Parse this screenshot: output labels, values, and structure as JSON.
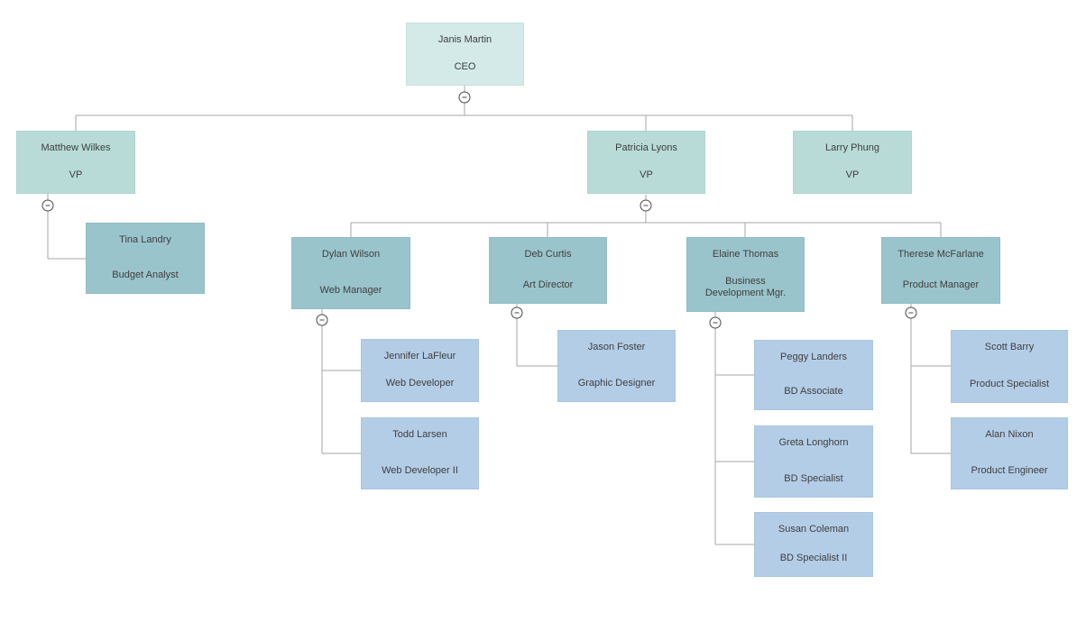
{
  "diagram": {
    "type": "org-chart",
    "background": "#ffffff",
    "colors": {
      "level1_fill": "#d3eae8",
      "level2_fill": "#b8dbd8",
      "level3_fill": "#9ac4cc",
      "level4_fill": "#b4cde7",
      "connector": "#a6a6a6",
      "text": "#3e3e3e",
      "toggle_border": "#4a4a4a",
      "toggle_fill": "#ffffff"
    },
    "toggle_icon": "minus-icon"
  },
  "nodes": {
    "janis": {
      "name": "Janis Martin",
      "title": "CEO"
    },
    "matthew": {
      "name": "Matthew Wilkes",
      "title": "VP"
    },
    "patricia": {
      "name": "Patricia Lyons",
      "title": "VP"
    },
    "larry": {
      "name": "Larry Phung",
      "title": "VP"
    },
    "tina": {
      "name": "Tina Landry",
      "title": "Budget Analyst"
    },
    "dylan": {
      "name": "Dylan Wilson",
      "title": "Web Manager"
    },
    "deb": {
      "name": "Deb Curtis",
      "title": "Art Director"
    },
    "elaine": {
      "name": "Elaine Thomas",
      "title": "Business Development Mgr."
    },
    "therese": {
      "name": "Therese McFarlane",
      "title": "Product Manager"
    },
    "jennifer": {
      "name": "Jennifer LaFleur",
      "title": "Web Developer"
    },
    "todd": {
      "name": "Todd Larsen",
      "title": "Web Developer II"
    },
    "jason": {
      "name": "Jason Foster",
      "title": "Graphic Designer"
    },
    "peggy": {
      "name": "Peggy Landers",
      "title": "BD Associate"
    },
    "greta": {
      "name": "Greta Longhorn",
      "title": "BD Specialist"
    },
    "susan": {
      "name": "Susan Coleman",
      "title": "BD Specialist II"
    },
    "scott": {
      "name": "Scott Barry",
      "title": "Product Specialist"
    },
    "alan": {
      "name": "Alan Nixon",
      "title": "Product Engineer"
    }
  },
  "edges": [
    {
      "from": "janis",
      "to": [
        "matthew",
        "patricia",
        "larry"
      ]
    },
    {
      "from": "matthew",
      "to": [
        "tina"
      ]
    },
    {
      "from": "patricia",
      "to": [
        "dylan",
        "deb",
        "elaine",
        "therese"
      ]
    },
    {
      "from": "dylan",
      "to": [
        "jennifer",
        "todd"
      ]
    },
    {
      "from": "deb",
      "to": [
        "jason"
      ]
    },
    {
      "from": "elaine",
      "to": [
        "peggy",
        "greta",
        "susan"
      ]
    },
    {
      "from": "therese",
      "to": [
        "scott",
        "alan"
      ]
    }
  ]
}
